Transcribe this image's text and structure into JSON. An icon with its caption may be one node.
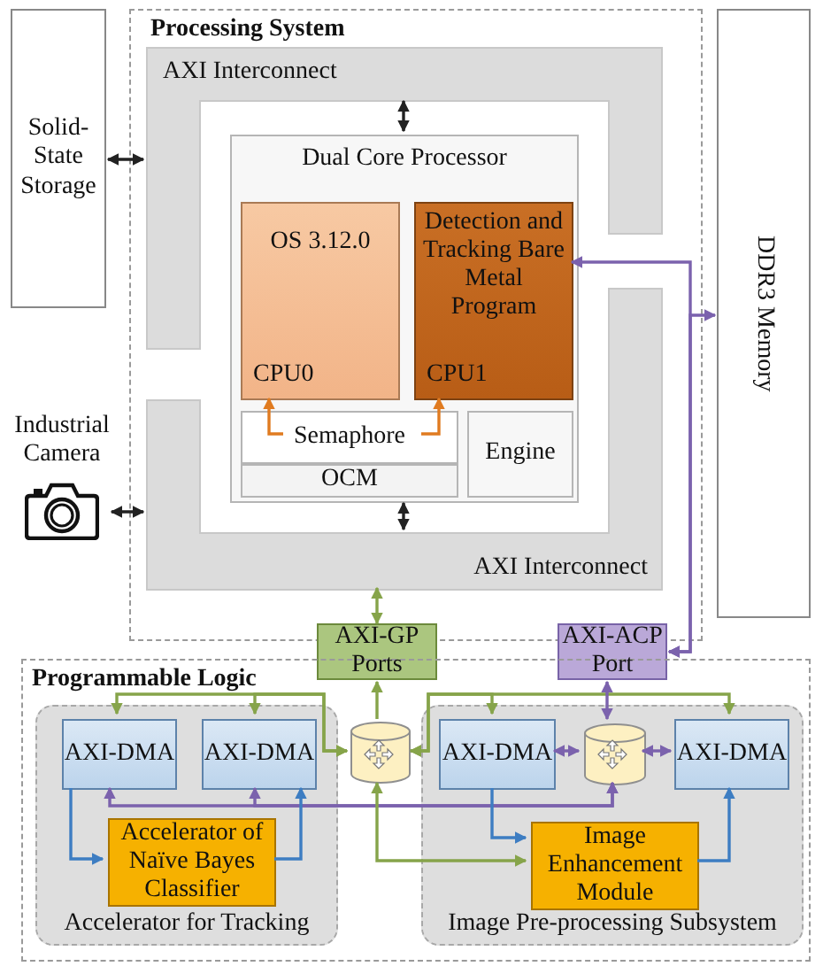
{
  "diagram": {
    "nodes": [
      {
        "text": [
          "Solid-State Storage"
        ]
      },
      {
        "text": [
          "Processing System"
        ]
      },
      {
        "text": [
          "AXI Interconnect"
        ],
        "in": 1
      },
      {
        "text": [
          "AXI Interconnect"
        ],
        "in": 1
      },
      {
        "text": [
          "Dual Core Processor"
        ],
        "in": 1
      },
      {
        "text": [
          "OS 3.12.0",
          "CPU0"
        ],
        "in": 4
      },
      {
        "text": [
          "Detection and Tracking Bare Metal Program",
          "CPU1"
        ],
        "in": 4
      },
      {
        "text": [
          "Semaphore"
        ],
        "in": 4
      },
      {
        "text": [
          "OCM"
        ],
        "in": 4
      },
      {
        "text": [
          "Engine"
        ],
        "in": 4
      },
      {
        "text": [
          "DDR3 Memory"
        ]
      },
      {
        "text": [
          "Industrial Camera"
        ]
      },
      {
        "text": [
          "AXI-GP Ports"
        ]
      },
      {
        "text": [
          "AXI-ACP Port"
        ]
      },
      {
        "text": [
          "Programmable Logic"
        ]
      },
      {
        "text": [
          "Accelerator for Tracking"
        ],
        "in": 14
      },
      {
        "text": [
          "AXI-DMA"
        ],
        "in": 15
      },
      {
        "text": [
          "AXI-DMA"
        ],
        "in": 15
      },
      {
        "text": [
          "Accelerator of Naïve Bayes Classifier"
        ],
        "in": 15
      },
      {
        "text": [
          "Image Pre-processing Subsystem"
        ],
        "in": 14
      },
      {
        "text": [
          "AXI-DMA"
        ],
        "in": 19
      },
      {
        "text": [
          "AXI-DMA"
        ],
        "in": 19
      },
      {
        "text": [
          "Image Enhancement Module"
        ],
        "in": 19
      },
      {
        "text": [],
        "shape": "cylinder",
        "in": 14
      },
      {
        "text": [],
        "shape": "cylinder",
        "in": 19
      }
    ],
    "edges": [
      {
        "from": 0,
        "to": 2,
        "arrow": "both",
        "color": "#222222"
      },
      {
        "from": 11,
        "to": 3,
        "arrow": "both",
        "color": "#222222"
      },
      {
        "from": 2,
        "to": 4,
        "arrow": "both",
        "color": "#222222"
      },
      {
        "from": 4,
        "to": 3,
        "arrow": "both",
        "color": "#222222"
      },
      {
        "from": 7,
        "to": 5,
        "arrow": "to",
        "color": "#e07b20"
      },
      {
        "from": 7,
        "to": 6,
        "arrow": "to",
        "color": "#e07b20"
      },
      {
        "from": 6,
        "to": 13,
        "arrow": "both",
        "color": "#7b62ad"
      },
      {
        "from": 10,
        "to": 13,
        "arrow": "both",
        "color": "#7b62ad"
      },
      {
        "from": 12,
        "to": 3,
        "arrow": "both",
        "color": "#86a44a"
      },
      {
        "from": 23,
        "to": 12,
        "arrow": "to",
        "color": "#86a44a"
      },
      {
        "from": 16,
        "to": 23,
        "arrow": "both",
        "color": "#86a44a"
      },
      {
        "from": 17,
        "to": 23,
        "arrow": "both",
        "color": "#86a44a"
      },
      {
        "from": 20,
        "to": 23,
        "arrow": "both",
        "color": "#86a44a"
      },
      {
        "from": 21,
        "to": 23,
        "arrow": "both",
        "color": "#86a44a"
      },
      {
        "from": 13,
        "to": 24,
        "arrow": "both",
        "color": "#7b62ad"
      },
      {
        "from": 20,
        "to": 24,
        "arrow": "both",
        "color": "#7b62ad"
      },
      {
        "from": 21,
        "to": 24,
        "arrow": "both",
        "color": "#7b62ad"
      },
      {
        "from": 16,
        "to": 24,
        "arrow": "both",
        "color": "#7b62ad"
      },
      {
        "from": 17,
        "to": 24,
        "arrow": "both",
        "color": "#7b62ad"
      },
      {
        "from": 16,
        "to": 18,
        "arrow": "to",
        "color": "#3d7dc2"
      },
      {
        "from": 18,
        "to": 17,
        "arrow": "to",
        "color": "#3d7dc2"
      },
      {
        "from": 20,
        "to": 22,
        "arrow": "to",
        "color": "#3d7dc2"
      },
      {
        "from": 22,
        "to": 21,
        "arrow": "to",
        "color": "#3d7dc2"
      },
      {
        "from": 23,
        "to": 22,
        "arrow": "both",
        "color": "#86a44a"
      }
    ]
  }
}
